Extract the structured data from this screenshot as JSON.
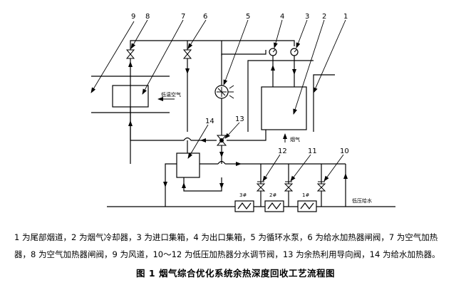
{
  "labels": {
    "n1": "1",
    "n2": "2",
    "n3": "3",
    "n4": "4",
    "n5": "5",
    "n6": "6",
    "n7": "7",
    "n8": "8",
    "n9": "9",
    "n10": "10",
    "n11": "11",
    "n12": "12",
    "n13": "13",
    "n14": "14"
  },
  "annotations": {
    "low_temp_air": "低温空气",
    "flue_gas": "烟气",
    "lp_feedwater": "低压给水",
    "h1": "1#",
    "h2": "2#",
    "h3": "3#"
  },
  "caption": {
    "legend_line1": "1 为尾部烟道，2 为烟气冷却器，3 为进口集箱，4 为出口集箱，5 为循环水泵，6 为给水加热器闸阀，7 为空气加热",
    "legend_line2": "器，8 为空气加热器闸阀，9 为风道，10～12 为低压加热器分水调节阀，13 为余热利用导向阀，14 为给水加热器。",
    "title": "图 1    烟气综合优化系统余热深度回收工艺流程图"
  }
}
